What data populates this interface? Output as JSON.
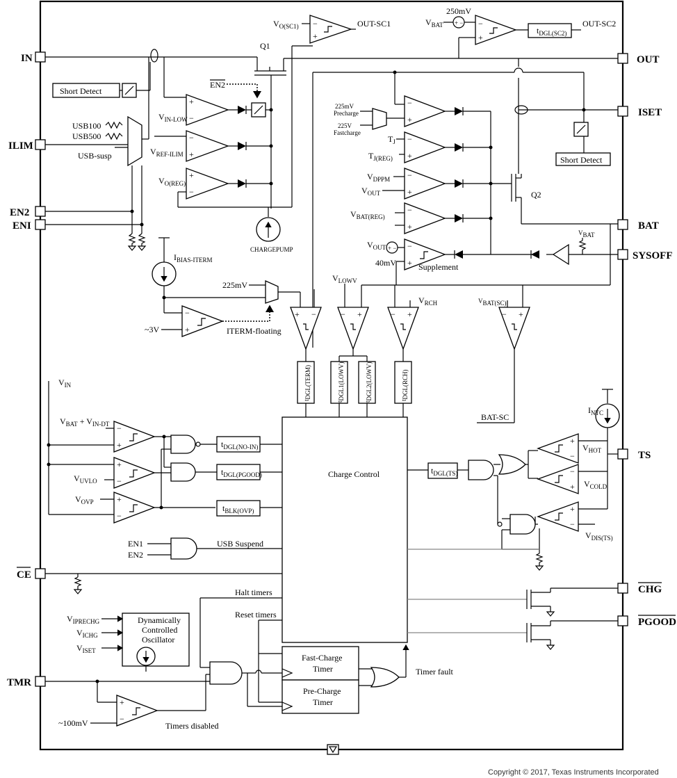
{
  "pins": {
    "in": "IN",
    "ilim": "ILIM",
    "en2": "EN2",
    "en1": "ENI",
    "ce": "CE",
    "tmr": "TMR",
    "out": "OUT",
    "iset": "ISET",
    "bat": "BAT",
    "sysoff": "SYSOFF",
    "ts": "TS",
    "chg": "CHG",
    "pgood": "PGOOD"
  },
  "labels": {
    "vo_sc1": "V",
    "vo_sc1_sub": "O(SC1)",
    "out_sc1": "OUT-SC1",
    "v250": "250mV",
    "vbat_top": "V",
    "vbat_top_sub": "BAT",
    "tdgl_sc2": "t",
    "tdgl_sc2_sub": "DGL(SC2)",
    "out_sc2": "OUT-SC2",
    "q1": "Q1",
    "en2_bar": "EN2",
    "short_detect_l": "Short Detect",
    "short_detect_r": "Short Detect",
    "usb100": "USB100",
    "usb500": "USB500",
    "usb_susp": "USB-susp",
    "vin_low": "V",
    "vin_low_sub": "IN-LOW",
    "vref_ilim": "V",
    "vref_ilim_sub": "REF-ILIM",
    "vo_reg": "V",
    "vo_reg_sub": "O(REG)",
    "chargepump": "CHARGEPUMP",
    "p225mv": "225mV",
    "precharge": "Precharge",
    "p225v": "225V",
    "fastcharge": "Fastcharge",
    "tj": "T",
    "tj_sub": "J",
    "tj_reg": "T",
    "tj_reg_sub": "J(REG)",
    "vdppm": "V",
    "vdppm_sub": "DPPM",
    "vout": "V",
    "vout_sub": "OUT",
    "vbat_reg": "V",
    "vbat_reg_sub": "BAT(REG)",
    "vout2": "V",
    "vout2_sub": "OUT",
    "m40": "40mV",
    "supplement": "Supplement",
    "q2": "Q2",
    "vbat_r": "V",
    "vbat_r_sub": "BAT",
    "ibias": "I",
    "ibias_sub": "BIAS-ITERM",
    "p225_iterm": "225mV",
    "v3": "~3V",
    "iterm_floating": "ITERM-floating",
    "vlowv": "V",
    "vlowv_sub": "LOWV",
    "vrch": "V",
    "vrch_sub": "RCH",
    "vbat_sc": "V",
    "vbat_sc_sub": "BAT(SC)",
    "t_term": "t",
    "t_term_sub": "DGL(TERM)",
    "t_lowv1": "t",
    "t_lowv1_sub": "DGL1(LOWV)",
    "t_lowv2": "t",
    "t_lowv2_sub": "DGL2(LOWV)",
    "t_rch": "t",
    "t_rch_sub": "DGL(RCH)",
    "bat_sc": "BAT-SC",
    "vin": "V",
    "vin_sub": "IN",
    "vbat_vin": "V",
    "vbat_vin_sub1": "BAT",
    "vbat_vin_mid": " + V",
    "vbat_vin_sub2": "IN-DT",
    "vuvlo": "V",
    "vuvlo_sub": "UVLO",
    "vovp": "V",
    "vovp_sub": "OVP",
    "t_noin": "t",
    "t_noin_sub": "DGL(NO-IN)",
    "t_pgood": "t",
    "t_pgood_sub": "DGL(PGOOD)",
    "t_ovp": "t",
    "t_ovp_sub": "BLK(OVP)",
    "charge_control": "Charge Control",
    "t_ts": "t",
    "t_ts_sub": "DGL(TS)",
    "intc": "I",
    "intc_sub": "NTC",
    "vhot": "V",
    "vhot_sub": "HOT",
    "vcold": "V",
    "vcold_sub": "COLD",
    "vdis": "V",
    "vdis_sub": "DIS(TS)",
    "en1_in": "EN1",
    "en2_in": "EN2",
    "usb_suspend": "USB Suspend",
    "halt_timers": "Halt timers",
    "reset_timers": "Reset timers",
    "vipre": "V",
    "vipre_sub": "IPRECHG",
    "vichg": "V",
    "vichg_sub": "ICHG",
    "viset": "V",
    "viset_sub": "ISET",
    "osc1": "Dynamically",
    "osc2": "Controlled",
    "osc3": "Oscillator",
    "fast1": "Fast-Charge",
    "fast2": "Timer",
    "pre1": "Pre-Charge",
    "pre2": "Timer",
    "timer_fault": "Timer fault",
    "m100": "~100mV",
    "timers_disabled": "Timers disabled",
    "copyright": "Copyright © 2017, Texas Instruments Incorporated"
  }
}
